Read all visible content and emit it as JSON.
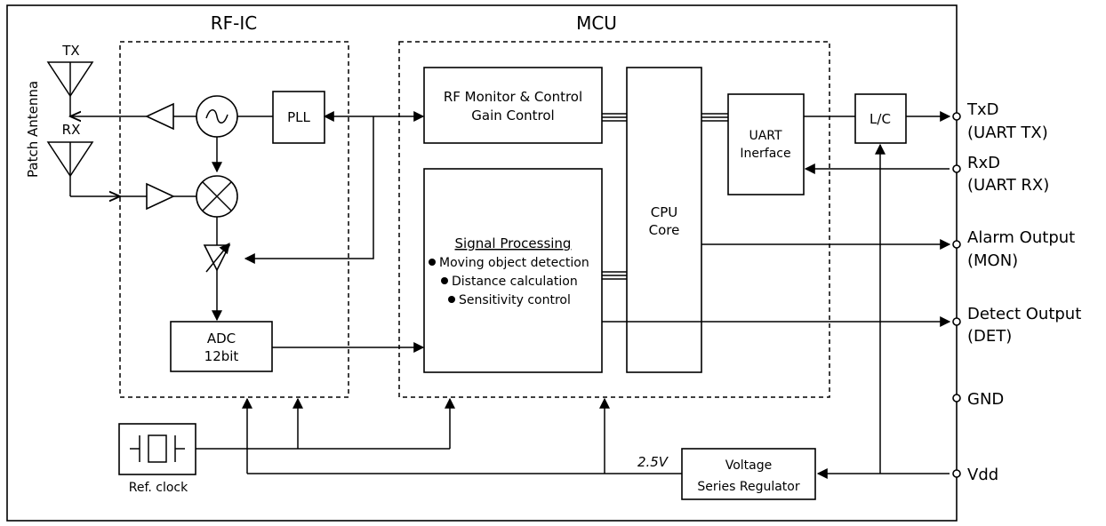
{
  "blocks": {
    "rf_ic": "RF-IC",
    "mcu": "MCU",
    "pll": "PLL",
    "adc_line1": "ADC",
    "adc_line2": "12bit",
    "rf_monitor_line1": "RF Monitor & Control",
    "rf_monitor_line2": "Gain Control",
    "signal_processing_title": "Signal Processing",
    "signal_processing_items": [
      "Moving object detection",
      "Distance calculation",
      "Sensitivity control"
    ],
    "cpu_line1": "CPU",
    "cpu_line2": "Core",
    "uart_line1": "UART",
    "uart_line2": "Inerface",
    "lc": "L/C",
    "regulator_line1": "Voltage",
    "regulator_line2": "Series Regulator",
    "voltage": "2.5V",
    "ref_clock": "Ref. clock"
  },
  "antenna": {
    "label": "Patch Antenna",
    "tx": "TX",
    "rx": "RX"
  },
  "pins": [
    {
      "line1": "TxD",
      "line2": "(UART TX)"
    },
    {
      "line1": "RxD",
      "line2": "(UART RX)"
    },
    {
      "line1": "Alarm Output",
      "line2": "(MON)"
    },
    {
      "line1": "Detect Output",
      "line2": "(DET)"
    },
    {
      "line1": "GND",
      "line2": ""
    },
    {
      "line1": "Vdd",
      "line2": ""
    }
  ]
}
